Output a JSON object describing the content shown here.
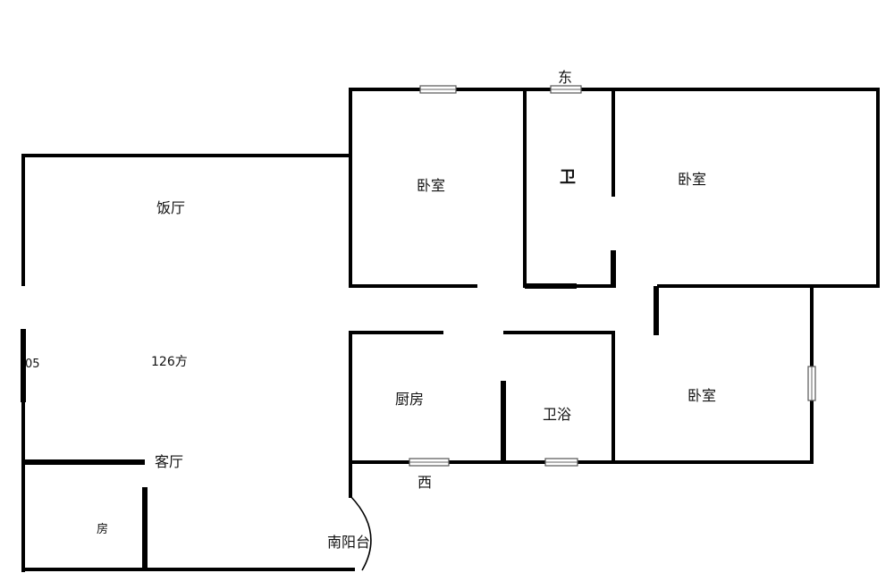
{
  "plan": {
    "directions": {
      "east": "东",
      "west": "西"
    },
    "rooms": {
      "dining": "饭厅",
      "area": "126方",
      "living": "客厅",
      "small_room": "房",
      "left_edge_text": "05",
      "bedroom_top_left": "卧室",
      "wc_top": "卫",
      "bedroom_top_right": "卧室",
      "kitchen": "厨房",
      "bathroom": "卫浴",
      "bedroom_right": "卧室",
      "south_balcony": "南阳台"
    }
  }
}
